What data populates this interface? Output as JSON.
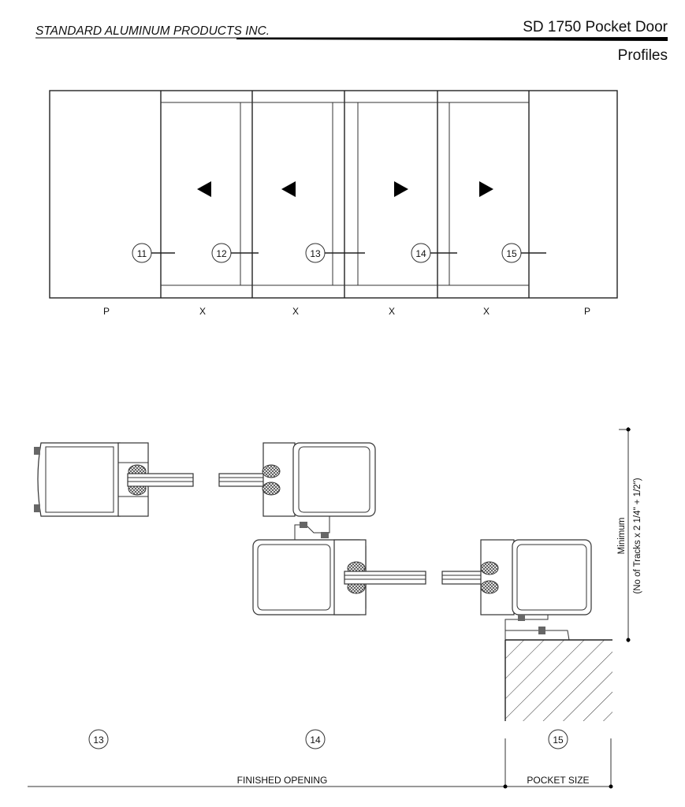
{
  "header": {
    "company": "STANDARD ALUMINUM PRODUCTS INC.",
    "title": "SD 1750 Pocket Door",
    "subtitle": "Profiles"
  },
  "elevation": {
    "panels": [
      {
        "label": "P",
        "type": "pocket"
      },
      {
        "label": "X",
        "type": "sliding",
        "direction": "left",
        "callout": "11"
      },
      {
        "label": "X",
        "type": "sliding",
        "direction": "left",
        "callout": "12"
      },
      {
        "label": "X",
        "type": "sliding",
        "direction": "right",
        "callout": "13"
      },
      {
        "label": "X",
        "type": "sliding",
        "direction": "right",
        "callout": "14"
      },
      {
        "label": "P",
        "type": "pocket",
        "callout": "15"
      }
    ]
  },
  "sections": {
    "callouts": [
      "13",
      "14",
      "15"
    ],
    "dimension_label_1": "Minimum",
    "dimension_label_2": "(No of Tracks x 2 1/4\" + 1/2\")",
    "finished_opening": "FINISHED OPENING",
    "pocket_size": "POCKET SIZE"
  }
}
